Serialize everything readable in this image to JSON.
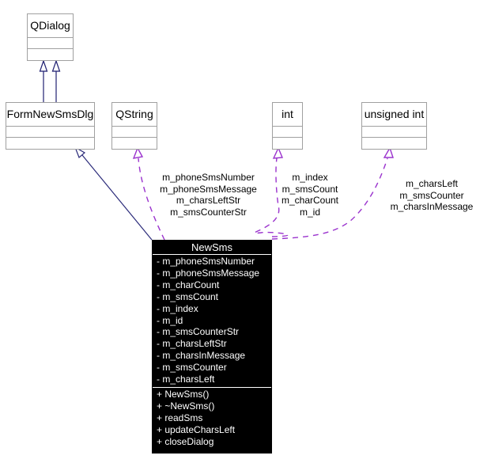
{
  "diagram": {
    "title": "NewSms class collaboration diagram",
    "colors": {
      "background": "#ffffff",
      "node_border": "#a0a0a0",
      "node_fill": "#ffffff",
      "focus_fill": "#000000",
      "focus_text": "#ffffff",
      "inheritance_edge": "#1f1f70",
      "usage_edge": "#9a32cd",
      "association_edge": "#2b2b7a"
    }
  },
  "nodes": {
    "qdialog": {
      "name": "QDialog"
    },
    "formnewsmsdlg": {
      "name": "FormNewSmsDlg"
    },
    "qstring": {
      "name": "QString"
    },
    "int": {
      "name": "int"
    },
    "unsigned_int": {
      "name": "unsigned int"
    },
    "newsms": {
      "name": "NewSms",
      "attributes": [
        "- m_phoneSmsNumber",
        "- m_phoneSmsMessage",
        "- m_charCount",
        "- m_smsCount",
        "- m_index",
        "- m_id",
        "- m_smsCounterStr",
        "- m_charsLeftStr",
        "- m_charsInMessage",
        "- m_smsCounter",
        "- m_charsLeft"
      ],
      "operations": [
        "+ NewSms()",
        "+ ~NewSms()",
        "+ readSms",
        "+ updateCharsLeft",
        "+ closeDialog"
      ]
    }
  },
  "edge_labels": {
    "qstring_usage": [
      "m_phoneSmsNumber",
      "m_phoneSmsMessage",
      "m_charsLeftStr",
      "m_smsCounterStr"
    ],
    "int_usage": [
      "m_index",
      "m_smsCount",
      "m_charCount",
      "m_id"
    ],
    "uint_usage": [
      "m_charsLeft",
      "m_smsCounter",
      "m_charsInMessage"
    ]
  }
}
